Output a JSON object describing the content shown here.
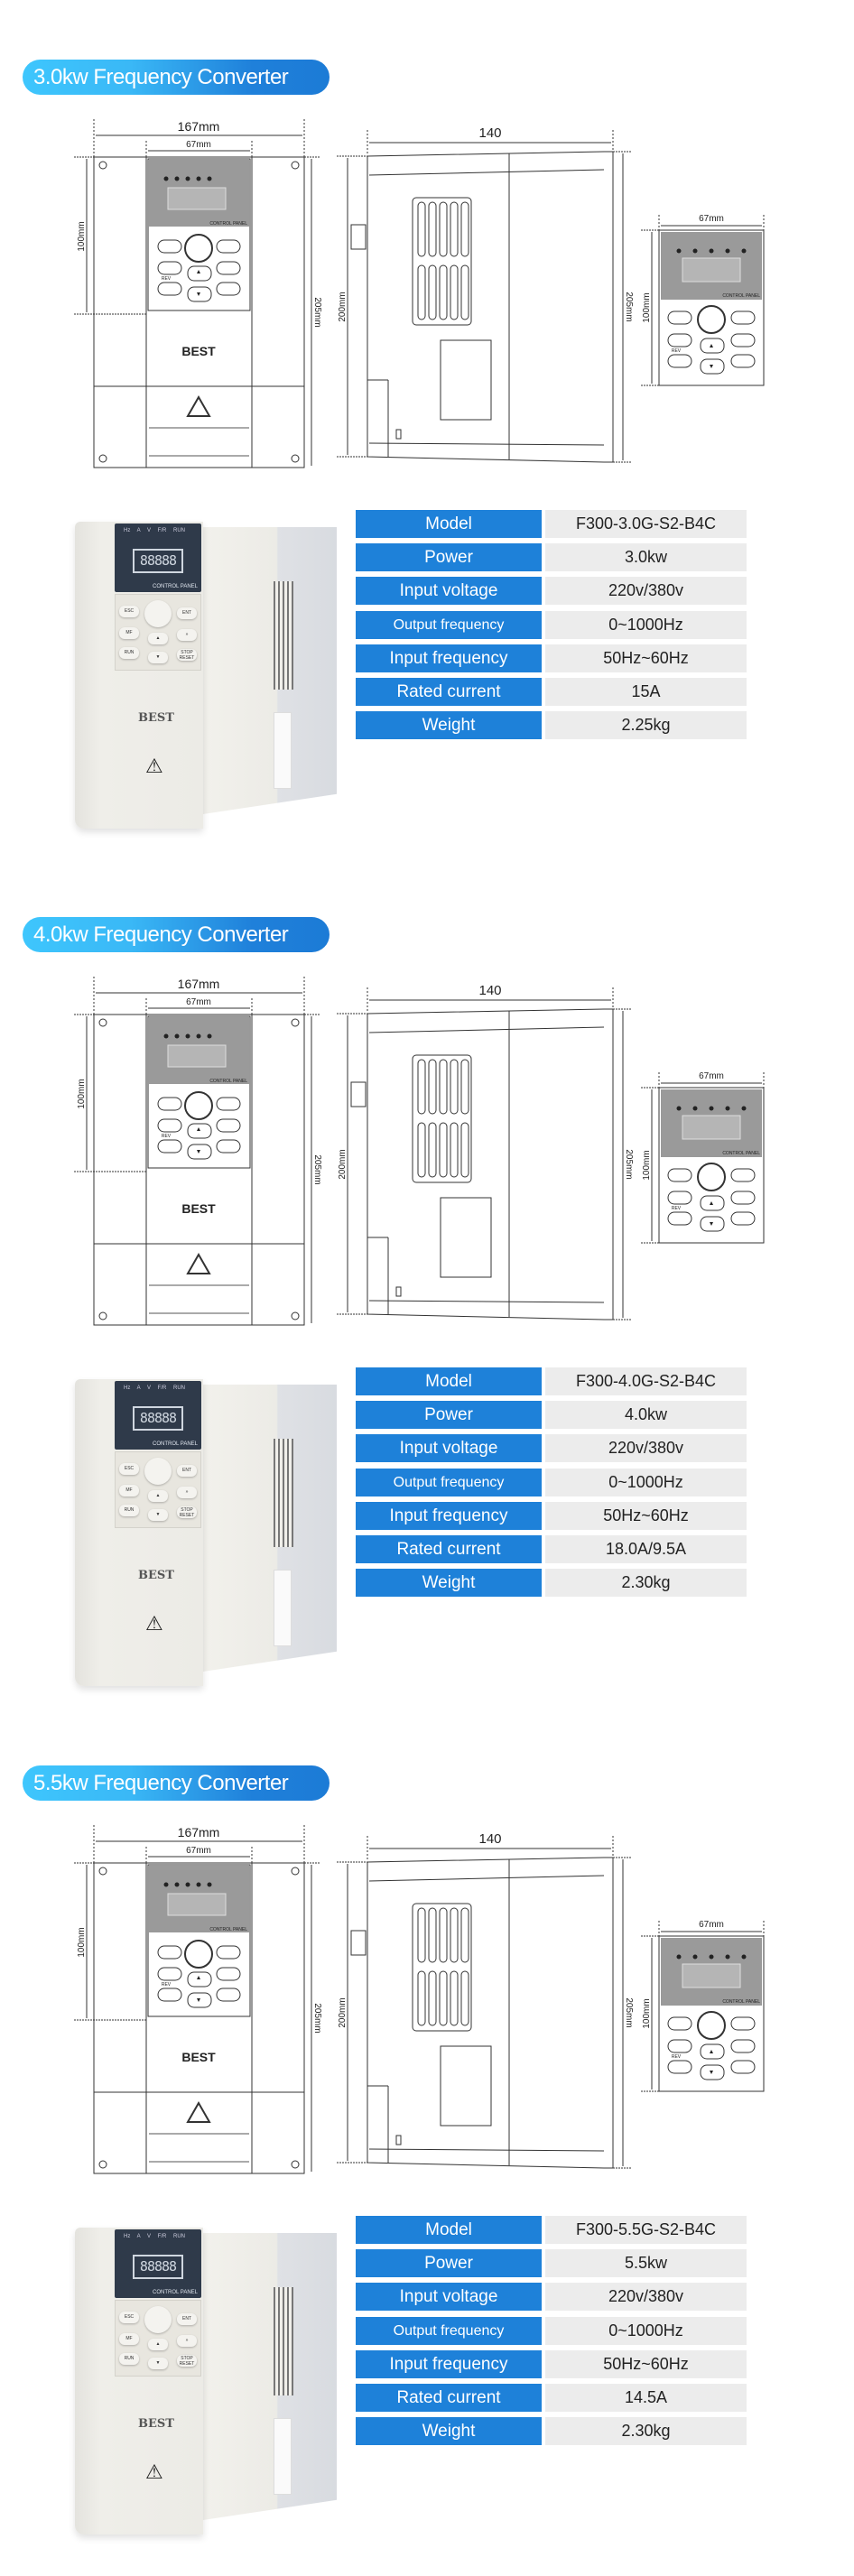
{
  "row_labels": [
    "Model",
    "Power",
    "Input voltage",
    "Output frequency",
    "Input frequency",
    "Rated current",
    "Weight"
  ],
  "drawing": {
    "width_167": "167mm",
    "panel_width": "67mm",
    "depth": "140",
    "height_100": "100mm",
    "height_205": "205mm",
    "height_200": "200mm",
    "control_panel": "CONTROL PANEL",
    "brand": "BEST",
    "keys": {
      "esc": "ESC",
      "ent": "ENT",
      "mf": "MF",
      "fwd": "»",
      "run": "RUN",
      "stop": "STOP RESET",
      "rev": "REV"
    },
    "leds": "Hz A V F/R RUN",
    "lcd": "88888"
  },
  "colors": {
    "banner_start": "#3ec6fd",
    "banner_end": "#1c7bd6",
    "label_bg": "#1e81d9",
    "value_bg": "#ececec"
  },
  "sections": [
    {
      "title": "3.0kw Frequency Converter",
      "specs": [
        "F300-3.0G-S2-B4C",
        "3.0kw",
        "220v/380v",
        "0~1000Hz",
        "50Hz~60Hz",
        "15A",
        "2.25kg"
      ]
    },
    {
      "title": "4.0kw Frequency Converter",
      "specs": [
        "F300-4.0G-S2-B4C",
        "4.0kw",
        "220v/380v",
        "0~1000Hz",
        "50Hz~60Hz",
        "18.0A/9.5A",
        "2.30kg"
      ]
    },
    {
      "title": "5.5kw Frequency Converter",
      "specs": [
        "F300-5.5G-S2-B4C",
        "5.5kw",
        "220v/380v",
        "0~1000Hz",
        "50Hz~60Hz",
        "14.5A",
        "2.30kg"
      ]
    }
  ]
}
